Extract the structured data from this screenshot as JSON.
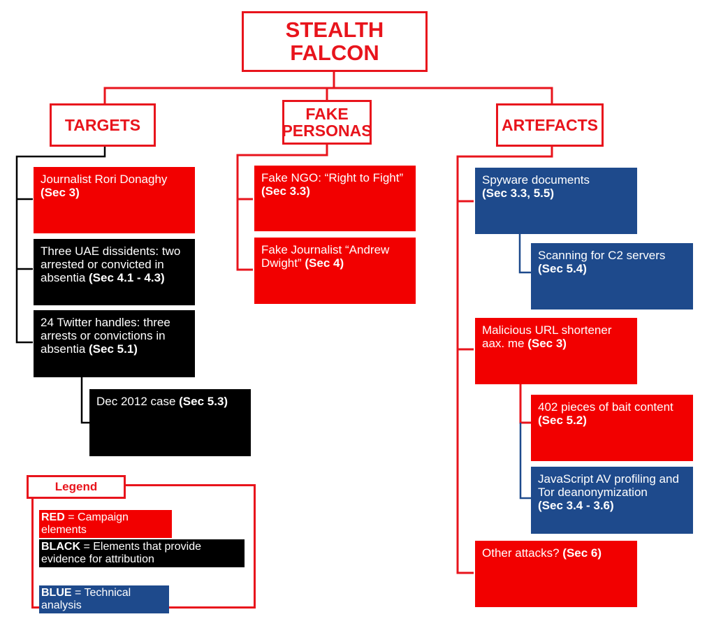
{
  "colors": {
    "red": "#f20000",
    "black": "#000000",
    "blue": "#1e4a8c",
    "outline": "#e8141c"
  },
  "title": "STEALTH FALCON",
  "categories": {
    "targets": "TARGETS",
    "fake_personas": [
      "FAKE",
      "PERSONAS"
    ],
    "artefacts": "ARTEFACTS"
  },
  "targets": [
    {
      "text": "Journalist Rori Donaghy",
      "ref": "(Sec 3)",
      "color": "red"
    },
    {
      "text": "Three UAE dissidents: two arrested or convicted in absentia",
      "ref": "(Sec 4.1 - 4.3)",
      "color": "black"
    },
    {
      "text": "24 Twitter handles: three arrests or convictions in absentia",
      "ref": "(Sec 5.1)",
      "color": "black"
    },
    {
      "text": "Dec 2012 case",
      "ref": "(Sec 5.3)",
      "color": "black"
    }
  ],
  "personas": [
    {
      "text": "Fake NGO: “Right to Fight”",
      "ref": "(Sec 3.3)",
      "color": "red"
    },
    {
      "text": "Fake Journalist “Andrew Dwight”",
      "ref": "(Sec 4)",
      "color": "red"
    }
  ],
  "artefacts": [
    {
      "text": "Spyware documents",
      "ref": "(Sec 3.3, 5.5)",
      "color": "blue"
    },
    {
      "text": "Scanning for C2  servers",
      "ref": "(Sec 5.4)",
      "color": "blue"
    },
    {
      "text": "Malicious URL shortener aax. me",
      "ref": "(Sec 3)",
      "color": "red"
    },
    {
      "text": "402 pieces of bait content",
      "ref": "(Sec 5.2)",
      "color": "red"
    },
    {
      "text": "JavaScript AV profiling and Tor deanonymization",
      "ref": "(Sec 3.4 -  3.6)",
      "color": "blue"
    },
    {
      "text": "Other attacks?",
      "ref": "(Sec 6)",
      "color": "red"
    }
  ],
  "legend": {
    "title": "Legend",
    "items": [
      {
        "key": "RED",
        "desc": "= Campaign elements",
        "color": "red"
      },
      {
        "key": "BLACK",
        "desc": "= Elements that provide evidence for attribution",
        "color": "black"
      },
      {
        "key": "BLUE",
        "desc": "= Technical analysis",
        "color": "blue"
      }
    ]
  }
}
